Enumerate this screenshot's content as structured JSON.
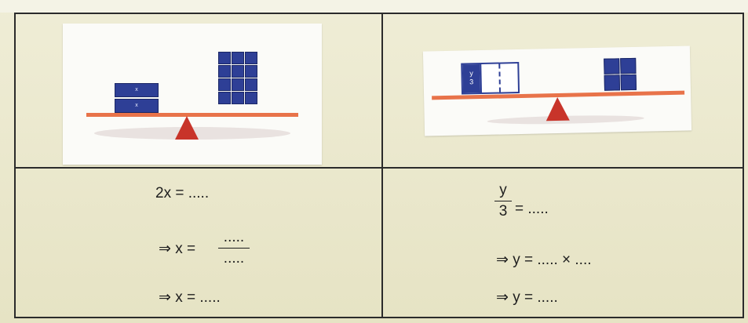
{
  "left": {
    "block_label": "x",
    "line1": "2x = .....",
    "line2_prefix": "⇒ x =",
    "line2_num": ".....",
    "line2_den": ".....",
    "line3": "⇒ x = ....."
  },
  "right": {
    "block_top": "y",
    "block_bottom": "3",
    "line1_num": "y",
    "line1_den": "3",
    "line1_suffix": "= .....",
    "line2": "⇒ y = ..... × ....",
    "line3": "⇒ y = ....."
  }
}
